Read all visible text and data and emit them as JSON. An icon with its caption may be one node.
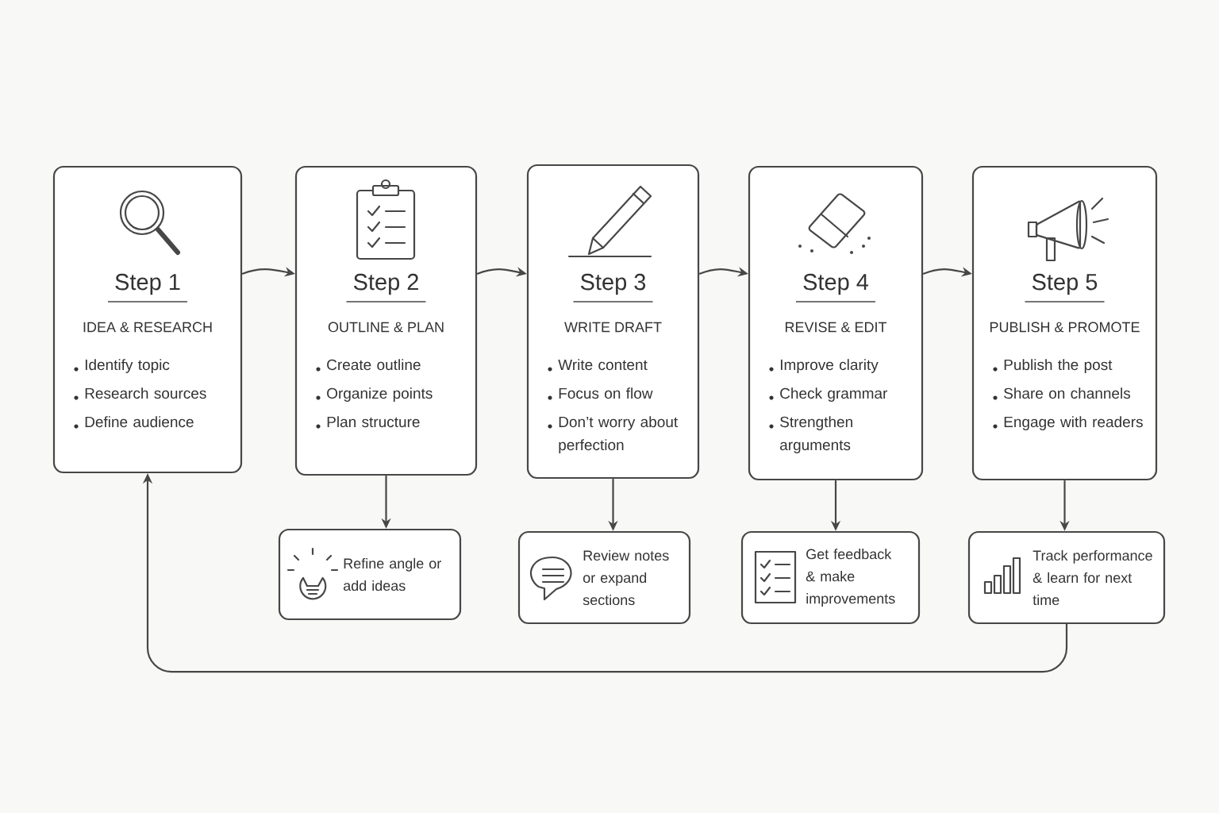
{
  "diagram": {
    "nodes": [
      {
        "text": [
          "Step 1",
          "IDEA & RESEARCH",
          "Identify topic",
          "Research sources",
          "Define audience"
        ]
      },
      {
        "text": [
          "Step 2",
          "OUTLINE & PLAN",
          "Create outline",
          "Organize points",
          "Plan structure"
        ]
      },
      {
        "text": [
          "Step 3",
          "WRITE DRAFT",
          "Write content",
          "Focus on flow",
          "Don’t worry about perfection"
        ]
      },
      {
        "text": [
          "Step 4",
          "REVISE & EDIT",
          "Improve clarity",
          "Check grammar",
          "Strengthen arguments"
        ]
      },
      {
        "text": [
          "Step 5",
          "PUBLISH & PROMOTE",
          "Publish the post",
          "Share on channels",
          "Engage with readers"
        ]
      },
      {
        "text": [
          "Refine angle or add ideas"
        ]
      },
      {
        "text": [
          "Review notes or expand sections"
        ]
      },
      {
        "text": [
          "Get feedback & make improvements"
        ]
      },
      {
        "text": [
          "Track performance & learn for next time"
        ]
      }
    ],
    "edges": [
      {
        "from": 0,
        "to": 1,
        "arrow": "to"
      },
      {
        "from": 1,
        "to": 2,
        "arrow": "to"
      },
      {
        "from": 2,
        "to": 3,
        "arrow": "to"
      },
      {
        "from": 3,
        "to": 4,
        "arrow": "to"
      },
      {
        "from": 1,
        "to": 5,
        "arrow": "to"
      },
      {
        "from": 2,
        "to": 6,
        "arrow": "to"
      },
      {
        "from": 3,
        "to": 7,
        "arrow": "to"
      },
      {
        "from": 4,
        "to": 8,
        "arrow": "to"
      },
      {
        "from": 8,
        "to": 0,
        "arrow": "to"
      }
    ]
  }
}
